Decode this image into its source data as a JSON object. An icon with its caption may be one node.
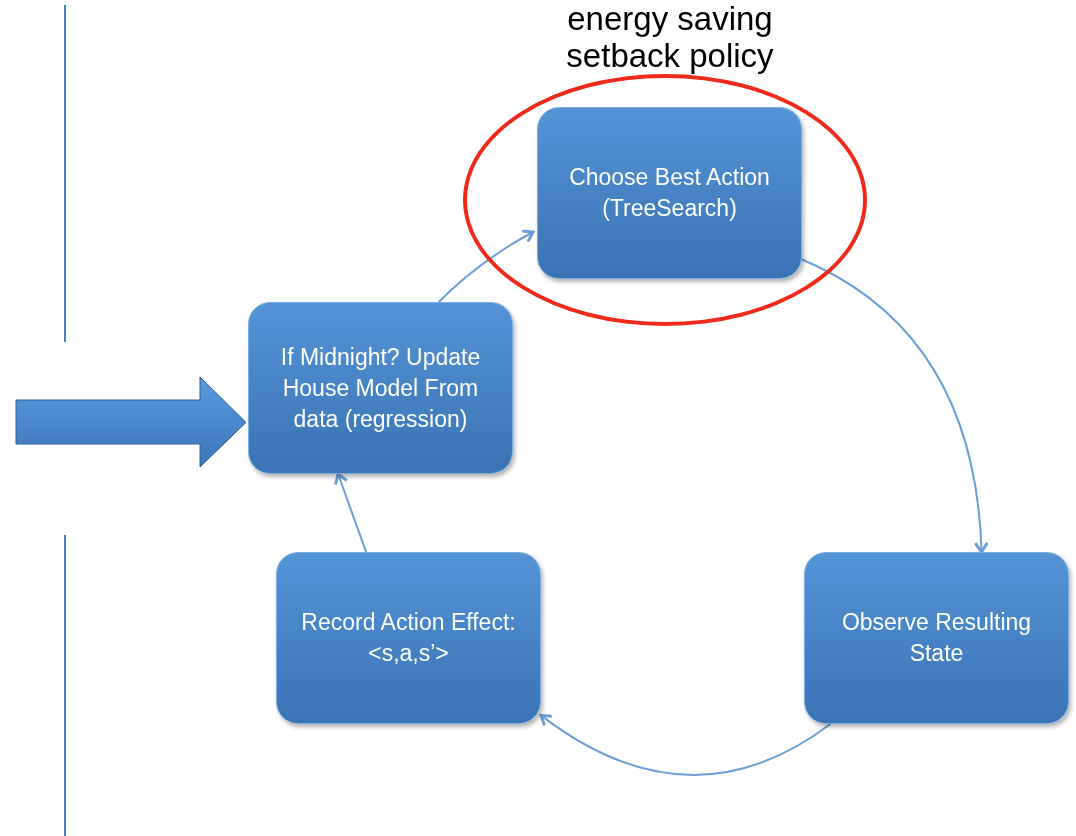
{
  "diagram": {
    "nodes": [
      {
        "text": [],
        "shape": "ellipse"
      },
      {
        "text": [
          "Choose Best Action (TreeSearch)"
        ],
        "in": 0
      },
      {
        "text": [
          "Observe Resulting State"
        ]
      },
      {
        "text": [
          "Record Action Effect: <s,a,s’>"
        ]
      },
      {
        "text": [
          "If Midnight? Update House Model From data (regression)"
        ]
      }
    ],
    "edges": [
      {
        "from": 4,
        "to": 1,
        "arrow": "to"
      },
      {
        "from": 1,
        "to": 2,
        "arrow": "to"
      },
      {
        "from": 2,
        "to": 3,
        "arrow": "to"
      },
      {
        "from": 3,
        "to": 4,
        "arrow": "to"
      },
      {
        "from": null,
        "to": 4,
        "arrow": "to",
        "style": "thick"
      }
    ],
    "labels": [
      "energy saving setback policy"
    ]
  }
}
